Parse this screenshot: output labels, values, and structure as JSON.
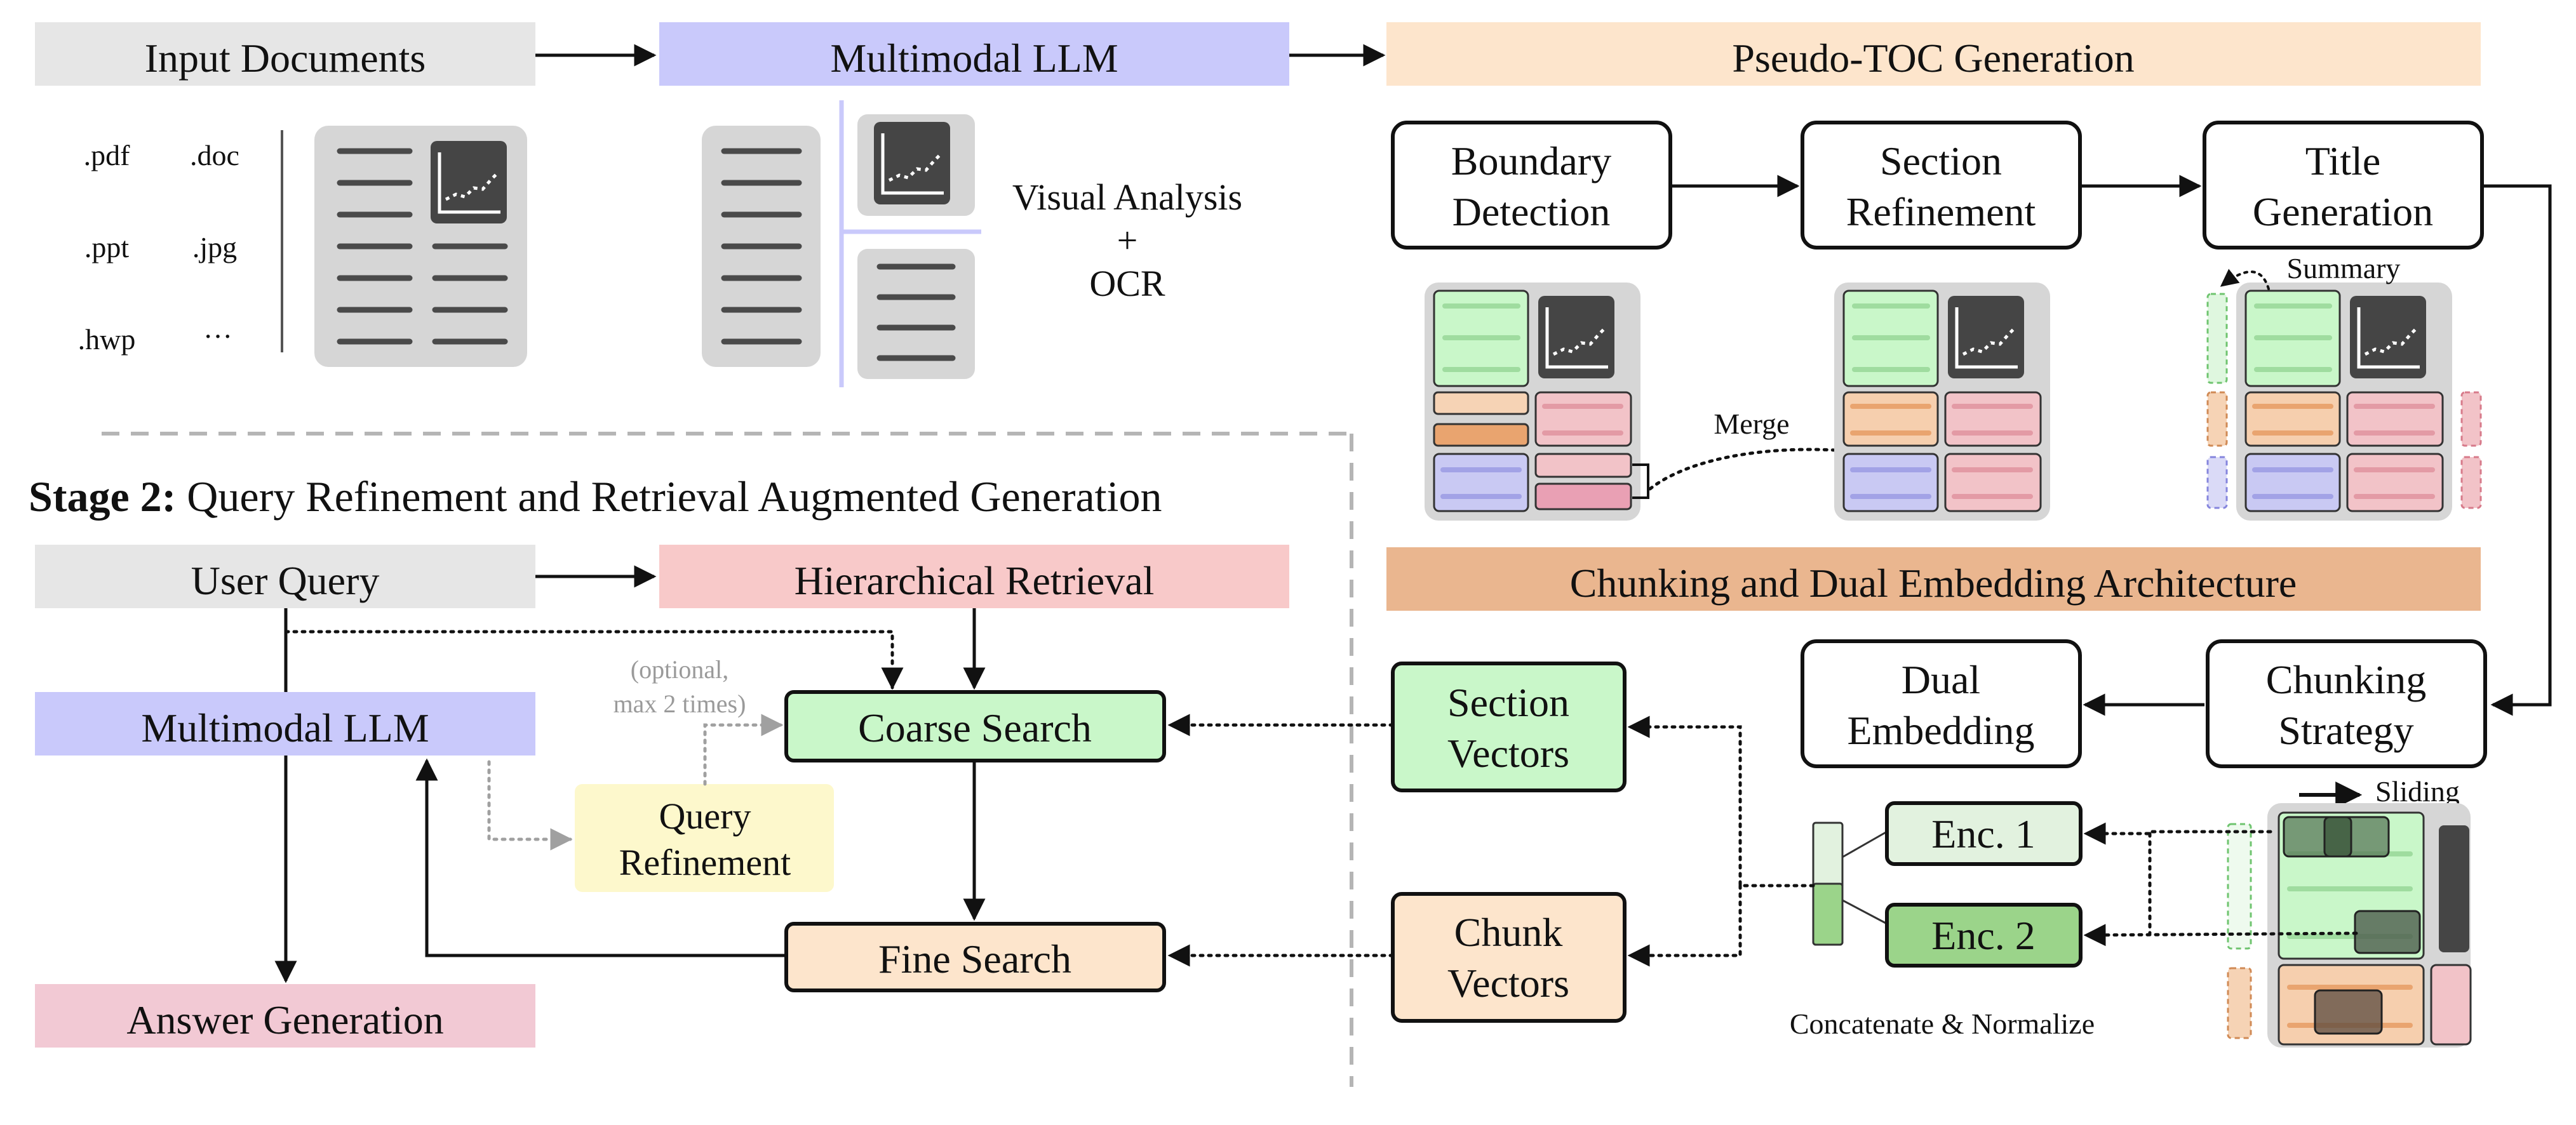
{
  "stage1": {
    "input_documents": "Input Documents",
    "formats": [
      ".pdf",
      ".doc",
      ".ppt",
      ".jpg",
      ".hwp",
      "···"
    ],
    "multimodal_llm": "Multimodal LLM",
    "visual_analysis": [
      "Visual Analysis",
      "+",
      "OCR"
    ],
    "pseudo_toc": "Pseudo-TOC Generation",
    "boundary_detection": [
      "Boundary",
      "Detection"
    ],
    "section_refinement": [
      "Section",
      "Refinement"
    ],
    "title_generation": [
      "Title",
      "Generation"
    ],
    "summary": "Summary",
    "merge": "Merge",
    "chunking_dual": "Chunking and Dual Embedding Architecture",
    "dual_embedding": [
      "Dual",
      "Embedding"
    ],
    "chunking_strategy": [
      "Chunking",
      "Strategy"
    ],
    "sliding": "Sliding",
    "enc1": "Enc. 1",
    "enc2": "Enc. 2",
    "concat": "Concatenate & Normalize",
    "section_vectors": [
      "Section",
      "Vectors"
    ],
    "chunk_vectors": [
      "Chunk",
      "Vectors"
    ]
  },
  "stage2": {
    "title_bold": "Stage 2:",
    "title_rest": " Query Refinement and Retrieval Augmented Generation",
    "user_query": "User Query",
    "hierarchical_retrieval": "Hierarchical Retrieval",
    "multimodal_llm": "Multimodal LLM",
    "optional_note": [
      "(optional,",
      "max 2 times)"
    ],
    "coarse_search": "Coarse Search",
    "query_refinement": [
      "Query",
      "Refinement"
    ],
    "fine_search": "Fine Search",
    "answer_generation": "Answer Generation"
  },
  "colors": {
    "gray_band": "#e6e6e6",
    "purple_band": "#c9c9fb",
    "orange_band": "#fde5cc",
    "pink_band": "#f8c9c9",
    "chunk_band": "#eab68f",
    "green_box": "#c9f7c9",
    "yellow_box": "#fdf8cc",
    "answer_band": "#f2c9d4",
    "chunk_box": "#fde5cc"
  }
}
